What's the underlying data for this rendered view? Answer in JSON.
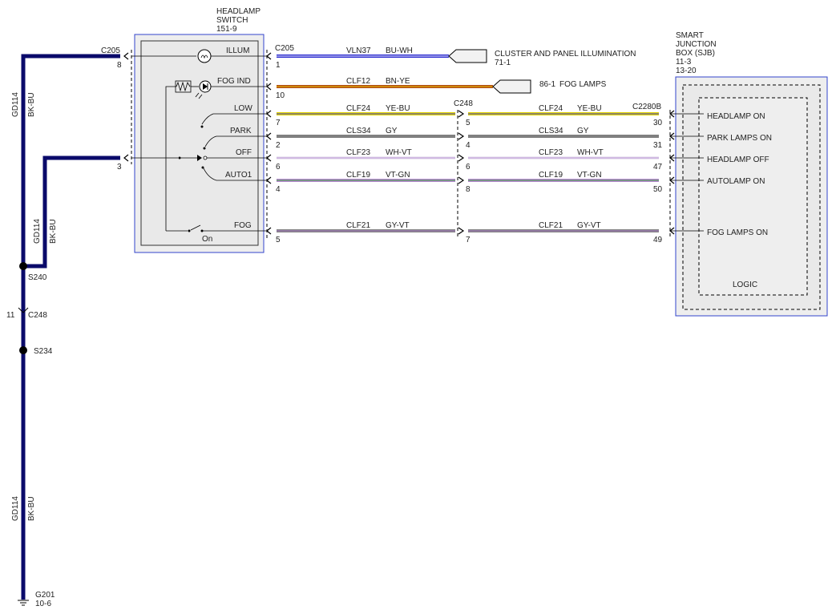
{
  "headlamp_switch": {
    "title_1": "HEADLAMP",
    "title_2": "SWITCH",
    "ref": "151-9",
    "connector": "C205",
    "positions": {
      "illum": "ILLUM",
      "fog_ind": "FOG IND",
      "low": "LOW",
      "park": "PARK",
      "off": "OFF",
      "auto1": "AUTO1",
      "fog": "FOG",
      "on": "On"
    }
  },
  "sjb": {
    "title_1": "SMART",
    "title_2": "JUNCTION",
    "title_3": "BOX (SJB)",
    "ref_1": "11-3",
    "ref_2": "13-20",
    "connector": "C2280B",
    "logic": "LOGIC",
    "inputs": {
      "headlamp_on": "HEADLAMP ON",
      "park_lamps_on": "PARK LAMPS ON",
      "headlamp_off": "HEADLAMP OFF",
      "autolamp_on": "AUTOLAMP ON",
      "fog_lamps_on": "FOG LAMPS ON"
    }
  },
  "wires": {
    "illum": {
      "circuit": "VLN37",
      "color": "BU-WH",
      "pin": "1",
      "stroke": "#2a2acf",
      "stripe": "#ffffff"
    },
    "fog_ind": {
      "circuit": "CLF12",
      "color": "BN-YE",
      "pin": "10",
      "stroke": "#b04a14",
      "stripe": "#e8c400"
    },
    "low": {
      "circuit": "CLF24",
      "color": "YE-BU",
      "pin": "7",
      "pin_c248": "5",
      "pin_sjb": "30",
      "stroke": "#e3d400",
      "stripe": "#3a3ad0"
    },
    "park": {
      "circuit": "CLS34",
      "color": "GY",
      "pin": "2",
      "pin_c248": "4",
      "pin_sjb": "31",
      "stroke": "#808080",
      "stripe": "#808080"
    },
    "off": {
      "circuit": "CLF23",
      "color": "WH-VT",
      "pin": "6",
      "pin_c248": "6",
      "pin_sjb": "47",
      "stroke": "#ece8f2",
      "stripe": "#b48ad0"
    },
    "auto1": {
      "circuit": "CLF19",
      "color": "VT-GN",
      "pin": "4",
      "pin_c248": "8",
      "pin_sjb": "50",
      "stroke": "#b88ad2",
      "stripe": "#3a9a3a"
    },
    "fog": {
      "circuit": "CLF21",
      "color": "GY-VT",
      "pin": "5",
      "pin_c248": "7",
      "pin_sjb": "49",
      "stroke": "#858585",
      "stripe": "#a070c0"
    }
  },
  "connectors": {
    "c248": "C248"
  },
  "destinations": {
    "cluster_label": "CLUSTER AND PANEL ILLUMINATION",
    "cluster_ref": "71-1",
    "fog_ref": "86-1",
    "fog_label": "FOG LAMPS"
  },
  "ground": {
    "circuit": "GD114",
    "color": "BK-BU",
    "pin_c205_8": "8",
    "pin_c205_3": "3",
    "splice_1": "S240",
    "c248_pin": "11",
    "c248": "C248",
    "splice_2": "S234",
    "ground_id": "G201",
    "ground_ref": "10-6",
    "stroke": "#0a0a6a"
  }
}
